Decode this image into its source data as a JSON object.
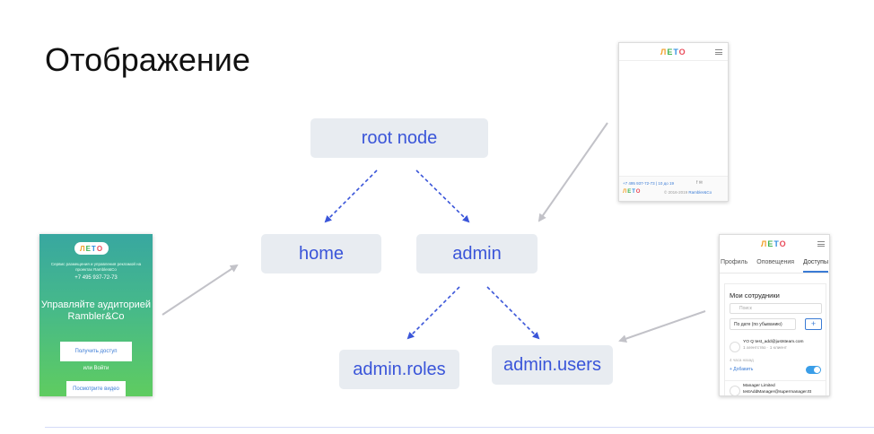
{
  "slide": {
    "title": "Отображение"
  },
  "nodes": {
    "root": "root node",
    "home": "home",
    "admin": "admin",
    "admin_roles": "admin.roles",
    "admin_users": "admin.users"
  },
  "colors": {
    "node_bg": "#e8ecf1",
    "node_text": "#3a55d9",
    "edge": "#3a55d9",
    "pointer": "#c2c2c8"
  },
  "screens": {
    "landing": {
      "logo": "ЛЕТО",
      "tagline": "Сервис размещения и управления рекламой на проектах Rambler&Co",
      "phone": "+7 495 937-72-73",
      "hero": "Управляйте аудиторией Rambler&Co",
      "primary_button": "Получить доступ",
      "or_login": "или Войти",
      "video_button": "Посмотрите видео"
    },
    "empty": {
      "logo": "ЛЕТО",
      "footer_phone": "+7 495 937-72-73 | 10 до 19",
      "footer_social": "f  ✉",
      "footer_logo": "ЛЕТО",
      "footer_copy_prefix": "© 2016-2019 ",
      "footer_copy_link": "Rambler&Co"
    },
    "staff": {
      "logo": "ЛЕТО",
      "tabs": [
        "Профиль",
        "Оповещения",
        "Доступы"
      ],
      "panel_title": "Мои сотрудники",
      "search_placeholder": "Поиск",
      "sort_label": "По дате (по убыванию)",
      "add_symbol": "+",
      "employee1_title": "YO Q test_add@juststeam.com",
      "employee1_sub": "1 агентство · 1 клиент",
      "employee1_date": "4 часа назад",
      "add_link": "+ Добавить",
      "employee2_title": "Manager Limited",
      "employee2_sub": "testAddManager@supermanager.ttt"
    }
  }
}
